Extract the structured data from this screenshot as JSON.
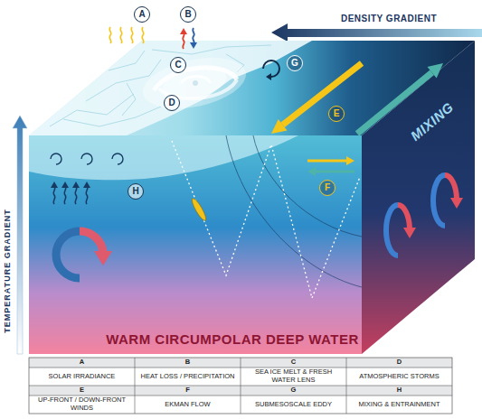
{
  "diagram": {
    "nodes": [
      {
        "text": [
          "A"
        ]
      },
      {
        "text": [
          "B"
        ]
      },
      {
        "text": [
          "C"
        ]
      },
      {
        "text": [
          "D"
        ]
      },
      {
        "text": [
          "E"
        ]
      },
      {
        "text": [
          "F"
        ]
      },
      {
        "text": [
          "G"
        ]
      },
      {
        "text": [
          "H"
        ]
      }
    ],
    "labels": [
      "DENSITY GRADIENT",
      "MIXING",
      "TEMPERATURE GRADIENT",
      "WARM CIRCUMPOLAR DEEP WATER",
      "A",
      "B",
      "C",
      "D",
      "SOLAR IRRADIANCE",
      "HEAT LOSS / PRECIPITATION",
      "SEA ICE MELT & FRESH WATER LENS",
      "ATMOSPHERIC STORMS",
      "E",
      "F",
      "G",
      "H",
      "UP-FRONT / DOWN-FRONT WINDS",
      "EKMAN FLOW",
      "SUBMESOSCALE EDDY",
      "MIXING & ENTRAINMENT"
    ]
  }
}
